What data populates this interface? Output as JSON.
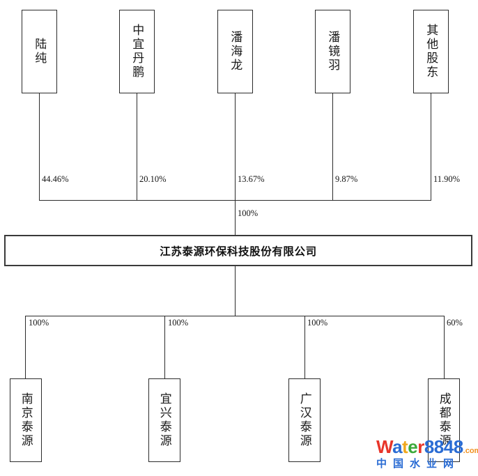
{
  "diagram": {
    "type": "org-ownership-chart",
    "title_text": "江苏泰源环保科技股份有限公司",
    "shareholders": [
      {
        "name": "陆纯",
        "percent": "44.46%"
      },
      {
        "name": "中宜丹鹏",
        "percent": "20.10%"
      },
      {
        "name": "潘海龙",
        "percent": "13.67%"
      },
      {
        "name": "潘镜羽",
        "percent": "9.87%"
      },
      {
        "name": "其他股东",
        "percent": "11.90%"
      }
    ],
    "trunk_percent": "100%",
    "company": {
      "name": "江苏泰源环保科技股份有限公司"
    },
    "subsidiaries": [
      {
        "name": "南京泰源",
        "percent": "100%"
      },
      {
        "name": "宜兴泰源",
        "percent": "100%"
      },
      {
        "name": "广汉泰源",
        "percent": "100%"
      },
      {
        "name": "成都泰源",
        "percent": "60%"
      }
    ]
  },
  "watermark": {
    "brand_letters": [
      {
        "char": "W",
        "color": "#e8352a"
      },
      {
        "char": "a",
        "color": "#2a6cd4"
      },
      {
        "char": "t",
        "color": "#f0a81e"
      },
      {
        "char": "e",
        "color": "#3aa93a"
      },
      {
        "char": "r",
        "color": "#e8352a"
      }
    ],
    "digits": "8848",
    "digits_color": "#2a6cd4",
    "dotcom": ".com",
    "dotcom_color": "#f0901e",
    "chinese": "中国水业网",
    "chinese_color": "#2a6cd4"
  },
  "colors": {
    "line": "#2b2b2b",
    "box_border": "#2b2b2b",
    "main_border": "#3a3a3a",
    "text": "#1a1a1a",
    "background": "#ffffff"
  }
}
